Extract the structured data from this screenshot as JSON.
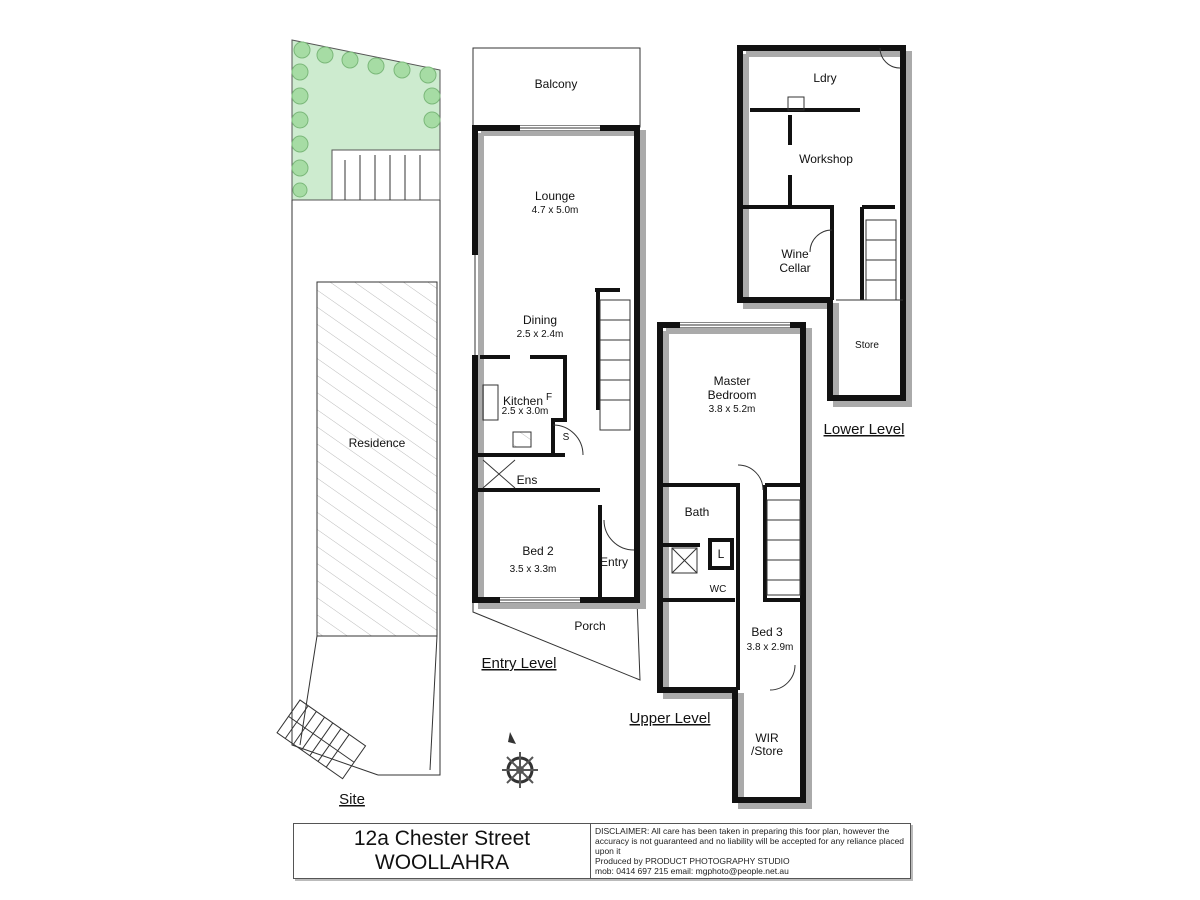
{
  "plan": {
    "site": {
      "level": "Site",
      "residence": "Residence"
    },
    "entry": {
      "level": "Entry Level",
      "rooms": {
        "balcony": "Balcony",
        "lounge": "Lounge",
        "lounge_dim": "4.7 x 5.0m",
        "dining": "Dining",
        "dining_dim": "2.5 x 2.4m",
        "kitchen": "Kitchen",
        "kitchen_dim": "2.5 x 3.0m",
        "fridge": "F",
        "store": "S",
        "ens": "Ens",
        "bed2": "Bed 2",
        "bed2_dim": "3.5 x 3.3m",
        "entry": "Entry",
        "porch": "Porch"
      }
    },
    "upper": {
      "level": "Upper Level",
      "rooms": {
        "master": "Master",
        "master2": "Bedroom",
        "master_dim": "3.8 x 5.2m",
        "bath": "Bath",
        "linen": "L",
        "wc": "WC",
        "bed3": "Bed 3",
        "bed3_dim": "3.8 x 2.9m",
        "wir": "WIR",
        "wir2": "/Store"
      }
    },
    "lower": {
      "level": "Lower Level",
      "rooms": {
        "ldry": "Ldry",
        "workshop": "Workshop",
        "wine": "Wine",
        "wine2": "Cellar",
        "store": "Store"
      }
    }
  },
  "title_block": {
    "address_line1": "12a Chester Street",
    "address_line2": "WOOLLAHRA",
    "disclaimer": "DISCLAIMER: All care has been taken in preparing this foor plan, however the accuracy is not guaranteed and no liability will be accepted for any reliance placed upon it",
    "producer": "Produced by PRODUCT PHOTOGRAPHY STUDIO",
    "contact": "mob: 0414 697 215    email: mgphoto@people.net.au"
  },
  "colors": {
    "garden": "#cdebcf",
    "tree": "#a6dca4",
    "wall": "#111111"
  }
}
